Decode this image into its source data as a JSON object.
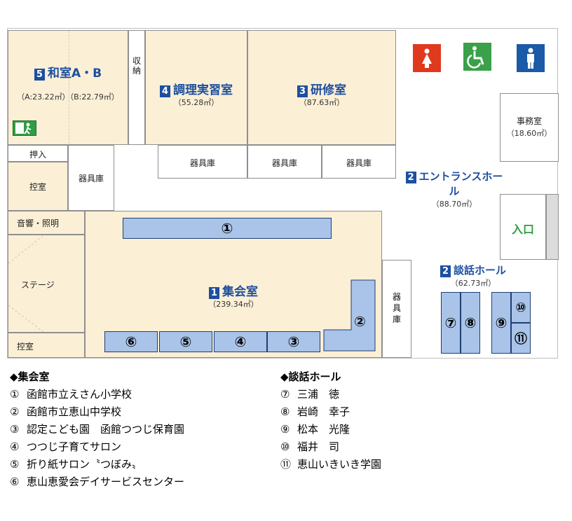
{
  "rooms": {
    "washitsu": {
      "num": "5",
      "name": "和室A・B",
      "area_a": "（A:23.22㎡）",
      "area_b": "（B:22.79㎡）"
    },
    "shuno": "収納",
    "chori": {
      "num": "4",
      "name": "調理実習室",
      "area": "（55.28㎡）"
    },
    "kenshu": {
      "num": "3",
      "name": "研修室",
      "area": "（87.63㎡）"
    },
    "jimu": {
      "name": "事務室",
      "area": "（18.60㎡）"
    },
    "kigu": "器具庫",
    "oshiire": "押入",
    "hikae": "控室",
    "onkyo": "音響・照明",
    "stage": "ステージ",
    "entrance": {
      "num": "2",
      "name": "エントランスホール",
      "area": "（88.70㎡）"
    },
    "iriguchi": "入口",
    "danwa": {
      "num": "2",
      "name": "談話ホール",
      "area": "（62.73㎡）"
    },
    "shukai": {
      "num": "1",
      "name": "集会室",
      "area": "（239.34㎡）"
    }
  },
  "tables": {
    "t1": "①",
    "t2": "②",
    "t3": "③",
    "t4": "④",
    "t5": "⑤",
    "t6": "⑥",
    "t7": "⑦",
    "t8": "⑧",
    "t9": "⑨",
    "t10": "⑩",
    "t11": "⑪"
  },
  "icons": {
    "female": "female-toilet-icon",
    "accessible": "accessible-toilet-icon",
    "male": "male-toilet-icon",
    "exit": "emergency-exit-icon"
  },
  "colors": {
    "table_fill": "#a9c4e8",
    "room_beige": "#fbefd6",
    "label_blue": "#1d4f9f"
  },
  "legend_left": {
    "heading": "◆集会室",
    "items": [
      {
        "mark": "①",
        "text": "函館市立えさん小学校"
      },
      {
        "mark": "②",
        "text": "函館市立恵山中学校"
      },
      {
        "mark": "③",
        "text": "認定こども園　函館つつじ保育園"
      },
      {
        "mark": "④",
        "text": "つつじ子育てサロン"
      },
      {
        "mark": "⑤",
        "text": "折り紙サロン〝つぼみ〟"
      },
      {
        "mark": "⑥",
        "text": "恵山恵愛会デイサービスセンター"
      }
    ]
  },
  "legend_right": {
    "heading": "◆談話ホール",
    "items": [
      {
        "mark": "⑦",
        "text": "三浦　徳"
      },
      {
        "mark": "⑧",
        "text": "岩崎　幸子"
      },
      {
        "mark": "⑨",
        "text": "松本　光隆"
      },
      {
        "mark": "⑩",
        "text": "福井　司"
      },
      {
        "mark": "⑪",
        "text": "恵山いきいき学園"
      }
    ]
  }
}
